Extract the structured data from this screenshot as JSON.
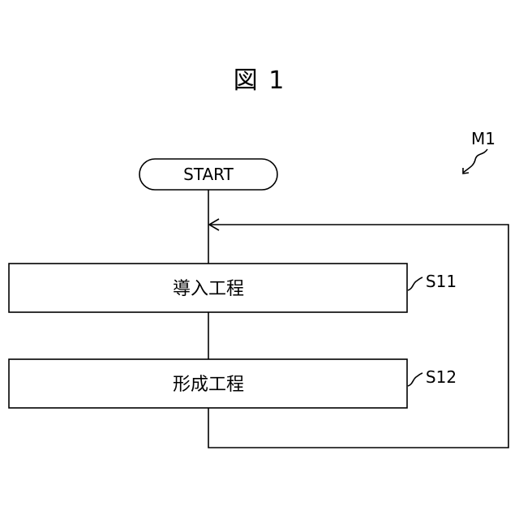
{
  "figure": {
    "title": "図 1",
    "method_label": "M1"
  },
  "flow": {
    "start_label": "START",
    "steps": [
      {
        "label": "導入工程",
        "tag": "S11"
      },
      {
        "label": "形成工程",
        "tag": "S12"
      }
    ]
  }
}
